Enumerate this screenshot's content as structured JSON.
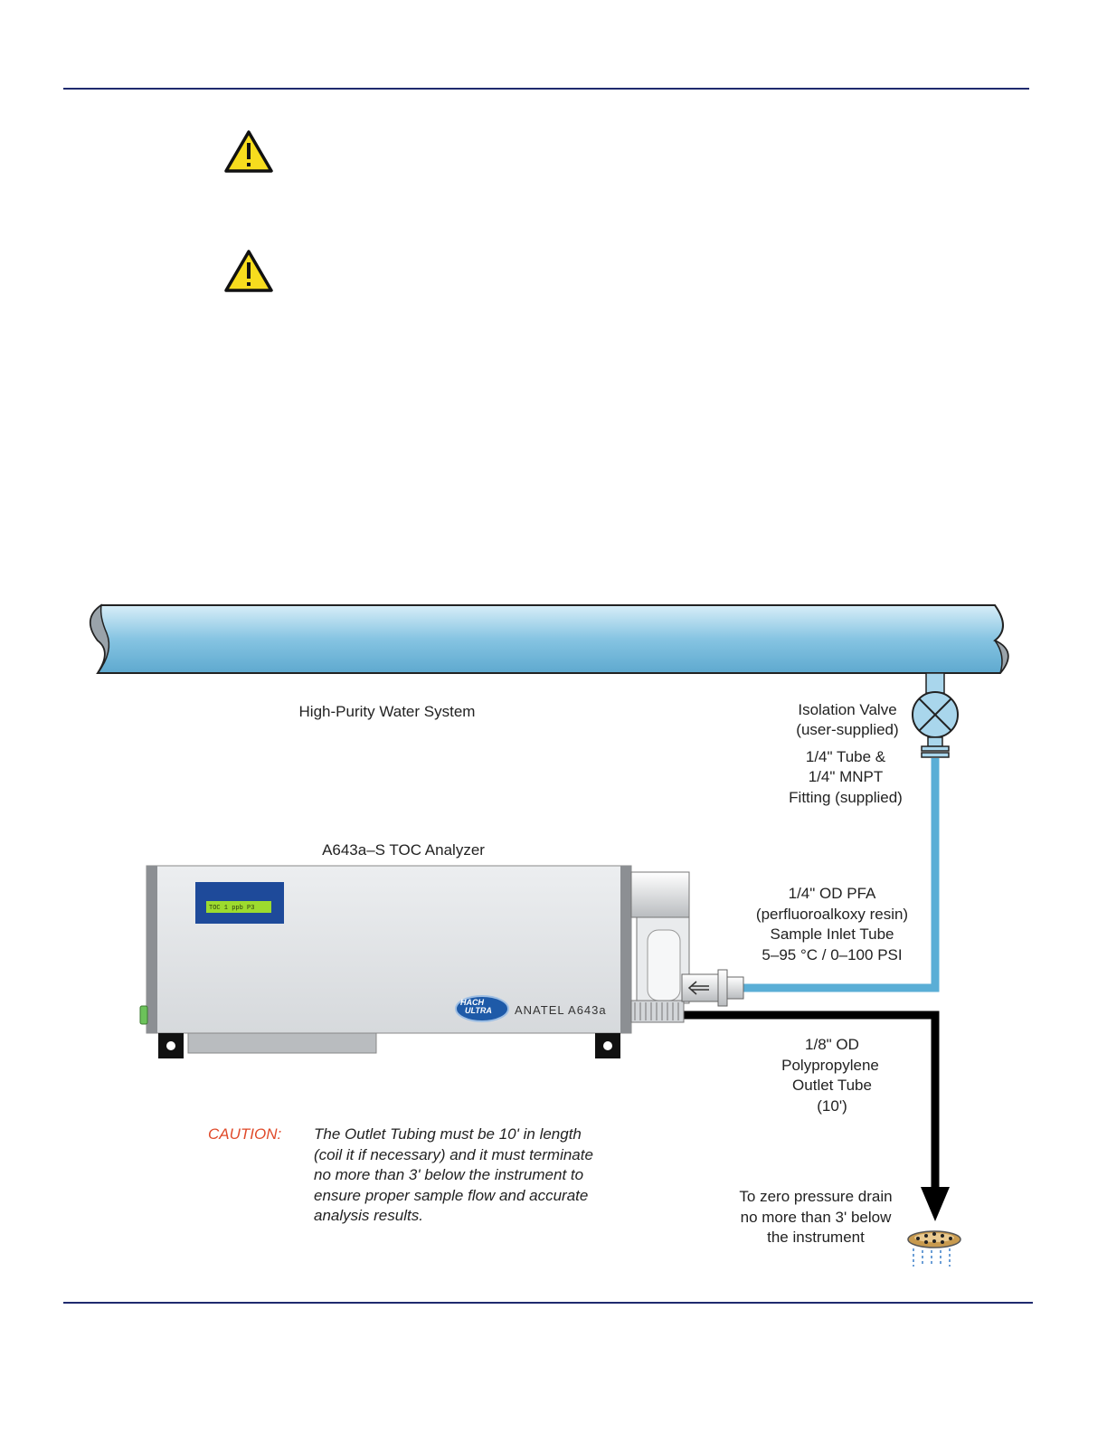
{
  "labels": {
    "system": "High-Purity Water System",
    "valve": [
      "Isolation Valve",
      "(user-supplied)"
    ],
    "fitting": [
      "1/4\" Tube &",
      "1/4\" MNPT",
      "Fitting (supplied)"
    ],
    "analyzer_title": "A643a–S TOC Analyzer",
    "inlet_tube": [
      "1/4\" OD PFA",
      "(perfluoroalkoxy resin)",
      "Sample Inlet Tube",
      "5–95 °C / 0–100 PSI"
    ],
    "outlet_tube": [
      "1/8\" OD",
      "Polypropylene",
      "Outlet Tube",
      "(10')"
    ],
    "drain": [
      "To zero pressure drain",
      "no more than 3' below",
      "the instrument"
    ]
  },
  "analyzer": {
    "lcd_text": "TOC   1 ppb P3",
    "brand_badge": "ULTRA",
    "brand_badge_small": "HACH",
    "model": "ANATEL A643a"
  },
  "caution": {
    "heading": "CAUTION:",
    "lines": [
      "The Outlet Tubing must be 10' in length",
      "(coil it if necessary) and it must terminate",
      "no more than 3' below the instrument to",
      "ensure proper sample flow and accurate",
      "analysis results."
    ]
  },
  "icons": [
    "warning-triangle-icon",
    "warning-triangle-icon",
    "isolation-valve-icon",
    "drain-icon",
    "flow-arrow-icon"
  ],
  "colors": {
    "rule": "#1f2a6e",
    "pipe": "#7cc0e0",
    "inlet_tube": "#5aaed6",
    "outlet_tube": "#000000",
    "caution": "#e04a2a",
    "warning_yellow": "#f7dc1e",
    "lcd": "#9ddb2e"
  }
}
